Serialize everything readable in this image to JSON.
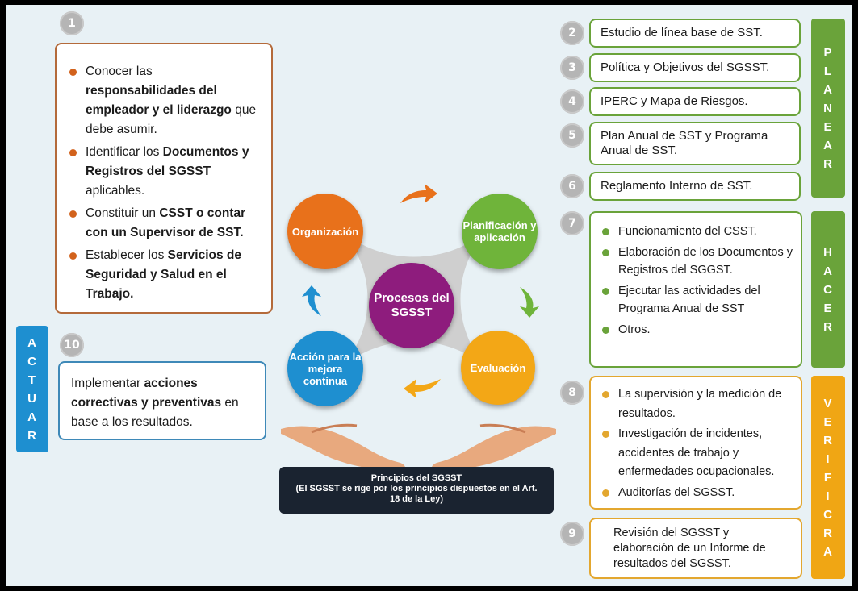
{
  "colors": {
    "green": "#6aa33a",
    "orange": "#e3a72f",
    "blue": "#1e8fd0",
    "brown": "#b46a3a",
    "purple": "#8e1c7d",
    "dark": "#1a2330"
  },
  "step1": {
    "number": "1",
    "items": [
      {
        "parts": [
          {
            "t": "Conocer las ",
            "b": false
          },
          {
            "t": "responsabilidades del empleador y el liderazgo",
            "b": true
          },
          {
            "t": " que debe asumir.",
            "b": false
          }
        ]
      },
      {
        "parts": [
          {
            "t": " Identificar los ",
            "b": false
          },
          {
            "t": "Documentos y Registros del SGSST",
            "b": true
          },
          {
            "t": " aplicables.",
            "b": false
          }
        ]
      },
      {
        "parts": [
          {
            "t": "Constituir un ",
            "b": false
          },
          {
            "t": "CSST o contar con un Supervisor de SST.",
            "b": true
          }
        ]
      },
      {
        "parts": [
          {
            "t": "Establecer los ",
            "b": false
          },
          {
            "t": "Servicios de Seguridad y Salud en el Trabajo.",
            "b": true
          }
        ]
      }
    ]
  },
  "step10": {
    "number": "10",
    "parts": [
      {
        "t": "Implementar ",
        "b": false
      },
      {
        "t": "acciones correctivas y preventivas",
        "b": true
      },
      {
        "t": " en base a los resultados.",
        "b": false
      }
    ]
  },
  "actuar": [
    "A",
    "C",
    "T",
    "U",
    "A",
    "R"
  ],
  "planear": [
    "P",
    "L",
    "A",
    "N",
    "E",
    "A",
    "R"
  ],
  "hacer": [
    "H",
    "A",
    "C",
    "E",
    "R"
  ],
  "verificar": [
    "V",
    "E",
    "R",
    "I",
    "F",
    "I",
    "C",
    "R",
    "A"
  ],
  "steps": [
    {
      "number": "2",
      "text": "Estudio de línea base de SST."
    },
    {
      "number": "3",
      "text": "Política y Objetivos del SGSST."
    },
    {
      "number": "4",
      "text": "IPERC y Mapa de Riesgos."
    },
    {
      "number": "5",
      "text": "Plan Anual de SST y Programa Anual de SST."
    },
    {
      "number": "6",
      "text": "Reglamento Interno de SST."
    }
  ],
  "step7": {
    "number": "7",
    "items": [
      "Funcionamiento del CSST.",
      "Elaboración de los Documentos y Registros del SGGST.",
      "Ejecutar las actividades del Programa Anual de SST",
      "Otros."
    ]
  },
  "step8": {
    "number": "8",
    "items": [
      "La supervisión y la medición de resultados.",
      "Investigación de incidentes, accidentes de trabajo y enfermedades ocupacionales.",
      "Auditorías del SGSST."
    ]
  },
  "step9": {
    "number": "9",
    "text": "Revisión del SGSST y elaboración de un Informe de resultados del SGSST."
  },
  "cycle": {
    "center": "Procesos del SGSST",
    "organizacion": "Organización",
    "planificacion": "Planificación y aplicación",
    "evaluacion": "Evaluación",
    "accion": "Acción para la mejora continua"
  },
  "principios": {
    "title": "Principios del SGSST",
    "text": "(El SGSST se rige por los principios dispuestos en el Art. 18 de la Ley)"
  }
}
